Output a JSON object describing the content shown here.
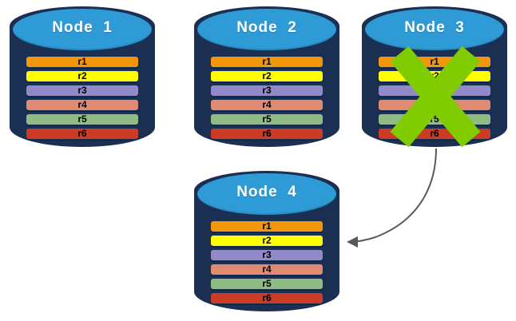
{
  "diagram": {
    "type": "distributed-database-node-failover",
    "background": "#ffffff",
    "palette": {
      "cylinder_body": "#1b2f52",
      "cylinder_top": "#2e9bd6",
      "title_text": "#ffffff",
      "x_mark": "#80cc00",
      "arrow": "#595959"
    },
    "record_colors": {
      "r1": "#f2960b",
      "r2": "#ffff00",
      "r3": "#9289c8",
      "r4": "#e08a72",
      "r5": "#8fbc82",
      "r6": "#cc3b26"
    },
    "nodes": [
      {
        "id": "node-1",
        "title": "Node  1",
        "failed": false,
        "rows": [
          {
            "label": "r1",
            "color": "#f2960b"
          },
          {
            "label": "r2",
            "color": "#ffff00"
          },
          {
            "label": "r3",
            "color": "#9289c8"
          },
          {
            "label": "r4",
            "color": "#e08a72"
          },
          {
            "label": "r5",
            "color": "#8fbc82"
          },
          {
            "label": "r6",
            "color": "#cc3b26"
          }
        ]
      },
      {
        "id": "node-2",
        "title": "Node  2",
        "failed": false,
        "rows": [
          {
            "label": "r1",
            "color": "#f2960b"
          },
          {
            "label": "r2",
            "color": "#ffff00"
          },
          {
            "label": "r3",
            "color": "#9289c8"
          },
          {
            "label": "r4",
            "color": "#e08a72"
          },
          {
            "label": "r5",
            "color": "#8fbc82"
          },
          {
            "label": "r6",
            "color": "#cc3b26"
          }
        ]
      },
      {
        "id": "node-3",
        "title": "Node  3",
        "failed": true,
        "rows": [
          {
            "label": "r1",
            "color": "#f2960b"
          },
          {
            "label": "r2",
            "color": "#ffff00"
          },
          {
            "label": "r3",
            "color": "#9289c8"
          },
          {
            "label": "r4",
            "color": "#e08a72"
          },
          {
            "label": "r5",
            "color": "#8fbc82"
          },
          {
            "label": "r6",
            "color": "#cc3b26"
          }
        ]
      },
      {
        "id": "node-4",
        "title": "Node  4",
        "failed": false,
        "rows": [
          {
            "label": "r1",
            "color": "#f2960b"
          },
          {
            "label": "r2",
            "color": "#ffff00"
          },
          {
            "label": "r3",
            "color": "#9289c8"
          },
          {
            "label": "r4",
            "color": "#e08a72"
          },
          {
            "label": "r5",
            "color": "#8fbc82"
          },
          {
            "label": "r6",
            "color": "#cc3b26"
          }
        ]
      }
    ],
    "connector": {
      "from": "node-3",
      "to": "node-4",
      "style": "curved-arrow",
      "color": "#595959"
    }
  }
}
